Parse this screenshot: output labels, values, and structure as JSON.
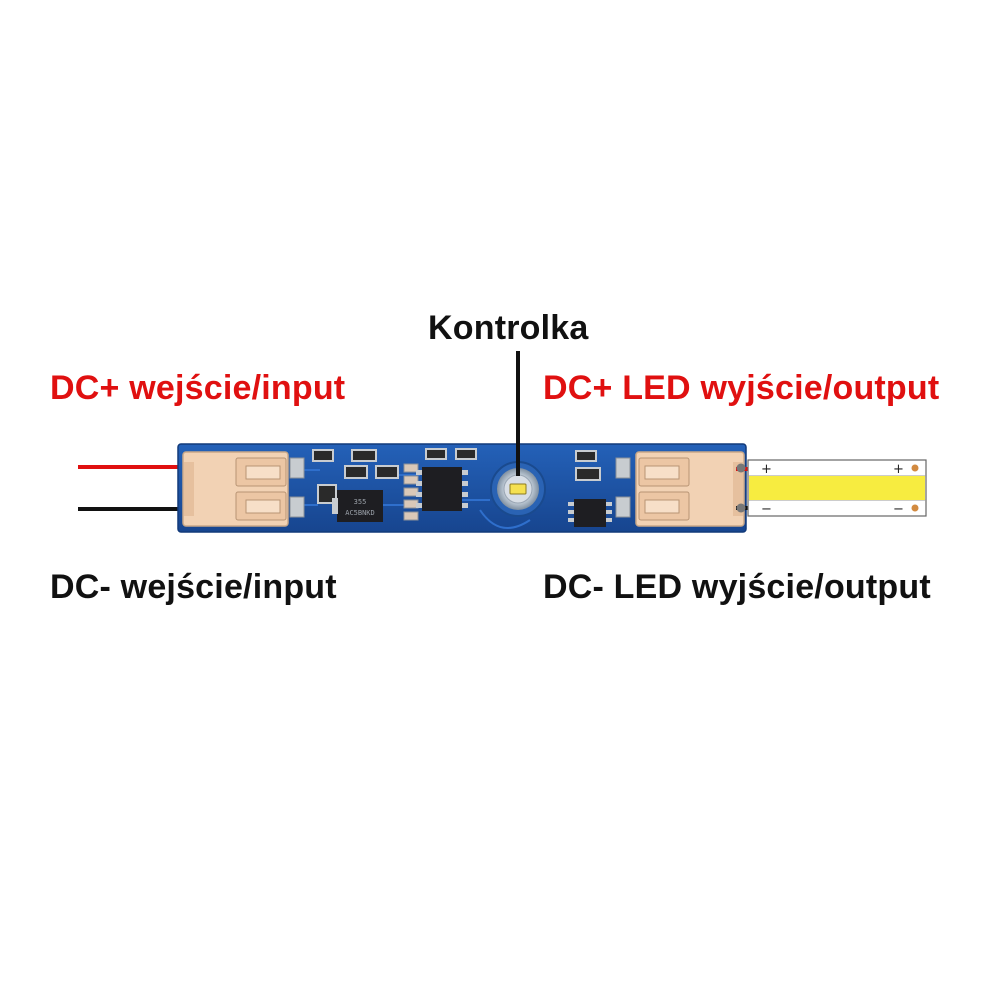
{
  "labels": {
    "indicator": "Kontrolka",
    "dc_plus_input": "DC+ wejście/input",
    "dc_plus_output": "DC+ LED wyjście/output",
    "dc_minus_input": "DC- wejście/input",
    "dc_minus_output": "DC- LED wyjście/output"
  },
  "strip_marks": {
    "plus": "+",
    "minus": "−"
  },
  "chip_text": "AC5BNKD",
  "colors": {
    "positive": "#e01010",
    "negative": "#111111",
    "pcb": "#1c4fa0",
    "connector": "#f2d2b4",
    "led": "#f7ec40"
  }
}
